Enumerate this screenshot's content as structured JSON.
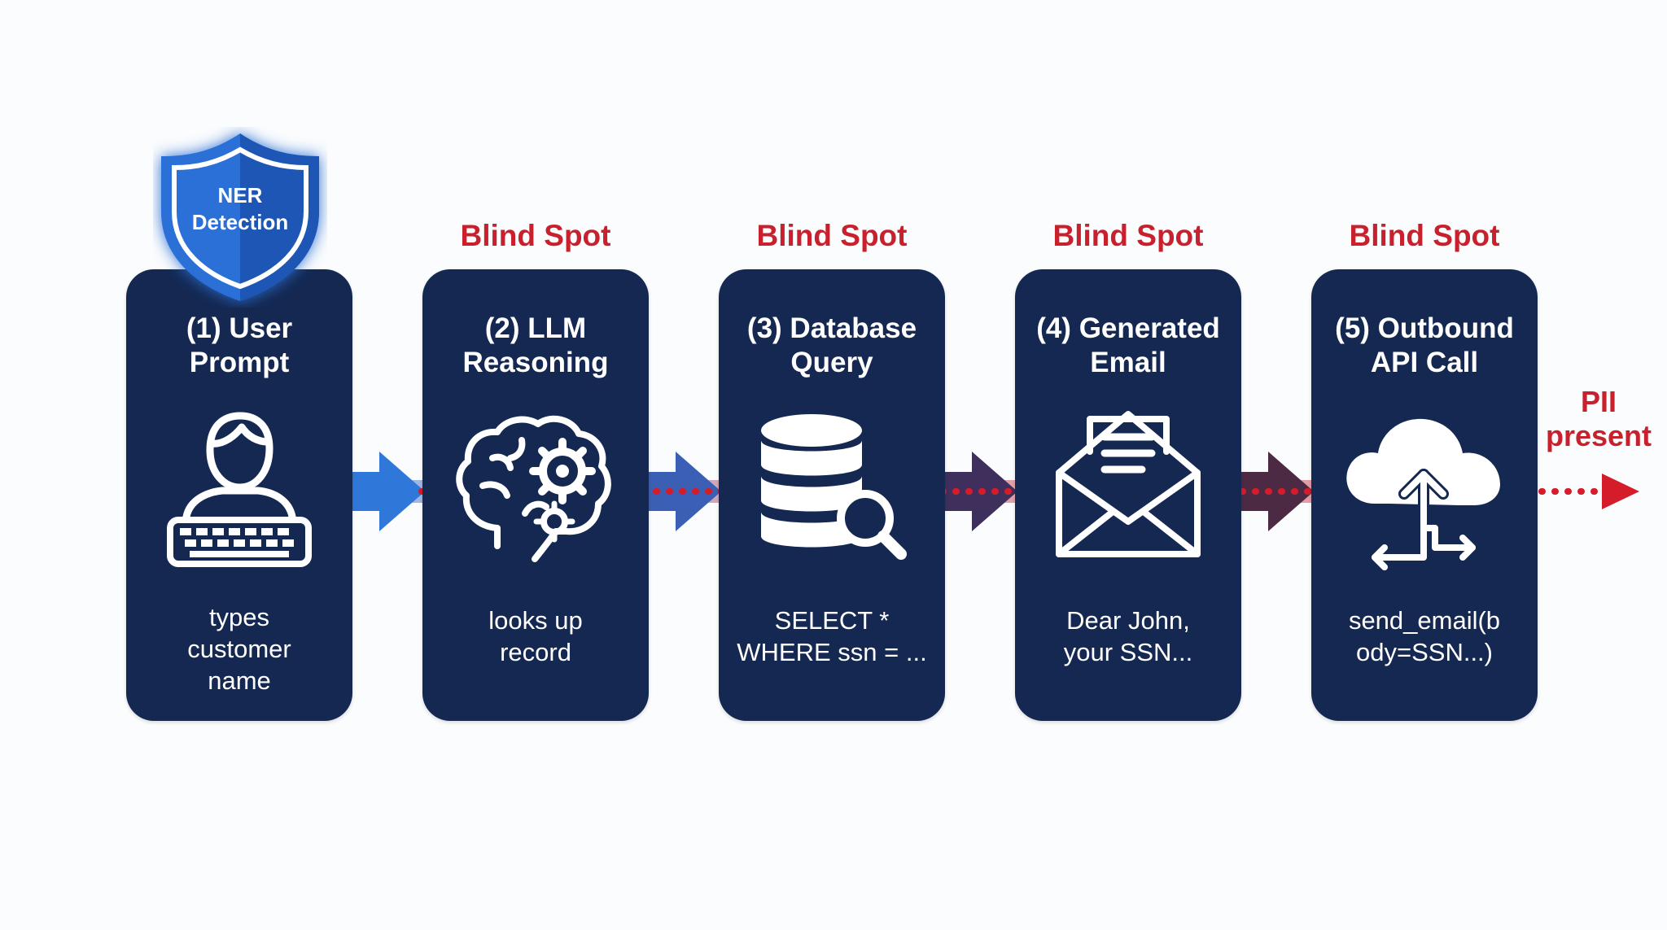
{
  "shield": {
    "label": "NER\nDetection",
    "icon": "shield-icon"
  },
  "blind_spot_label": "Blind Spot",
  "steps": [
    {
      "title": "(1) User\nPrompt",
      "icon": "user-keyboard-icon",
      "description": "types\ncustomer\nname",
      "blind_spot": false
    },
    {
      "title": "(2) LLM\nReasoning",
      "icon": "brain-gears-icon",
      "description": "looks up\nrecord",
      "blind_spot": true
    },
    {
      "title": "(3) Database\nQuery",
      "icon": "database-search-icon",
      "description": "SELECT *\nWHERE ssn = ...",
      "blind_spot": true
    },
    {
      "title": "(4) Generated\nEmail",
      "icon": "envelope-icon",
      "description": "Dear John,\nyour SSN...",
      "blind_spot": true
    },
    {
      "title": "(5) Outbound\nAPI Call",
      "icon": "cloud-api-icon",
      "description": "send_email(b\nody=SSN...)",
      "blind_spot": true
    }
  ],
  "pii_label": "PII\npresent",
  "colors": {
    "card": "#142852",
    "blind_spot": "#c8212d",
    "shield": "#1e64d2",
    "arrow_start": "#2a74d8",
    "arrow_end": "#4a2a44",
    "pii_line": "#d51c2a"
  }
}
